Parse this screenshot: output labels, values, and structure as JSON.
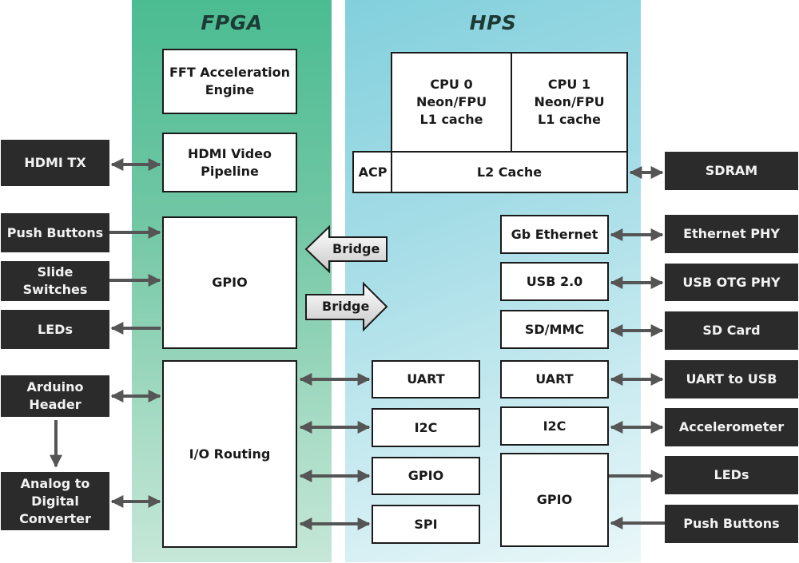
{
  "panels": {
    "fpga": {
      "title": "FPGA",
      "color": "#4bbc92"
    },
    "hps": {
      "title": "HPS",
      "color": "#82d0dc"
    }
  },
  "fpga_blocks": {
    "fft": "FFT Acceleration\nEngine",
    "hdmi_pipeline": "HDMI Video\nPipeline",
    "gpio": "GPIO",
    "io_routing": "I/O Routing"
  },
  "hps_blocks": {
    "cpu0": "CPU 0\nNeon/FPU\nL1 cache",
    "cpu1": "CPU 1\nNeon/FPU\nL1 cache",
    "acp": "ACP",
    "l2_cache": "L2 Cache",
    "gb_ethernet": "Gb Ethernet",
    "usb": "USB 2.0",
    "sdmmc": "SD/MMC",
    "uart": "UART",
    "i2c": "I2C",
    "gpio": "GPIO"
  },
  "shared_io": {
    "uart": "UART",
    "i2c": "I2C",
    "gpio": "GPIO",
    "spi": "SPI"
  },
  "bridges": {
    "hps_to_fpga": "Bridge",
    "fpga_to_hps": "Bridge"
  },
  "left_peripherals": {
    "hdmi_tx": "HDMI TX",
    "push_buttons": "Push Buttons",
    "slide_switches": "Slide\nSwitches",
    "leds": "LEDs",
    "arduino": "Arduino\nHeader",
    "adc": "Analog to\nDigital\nConverter"
  },
  "right_peripherals": {
    "sdram": "SDRAM",
    "ethernet_phy": "Ethernet PHY",
    "usb_otg_phy": "USB OTG PHY",
    "sd_card": "SD Card",
    "uart_to_usb": "UART to USB",
    "accelerometer": "Accelerometer",
    "leds": "LEDs",
    "push_buttons": "Push Buttons"
  },
  "colors": {
    "external_box": "#2b2b2b",
    "arrow": "#555555"
  }
}
